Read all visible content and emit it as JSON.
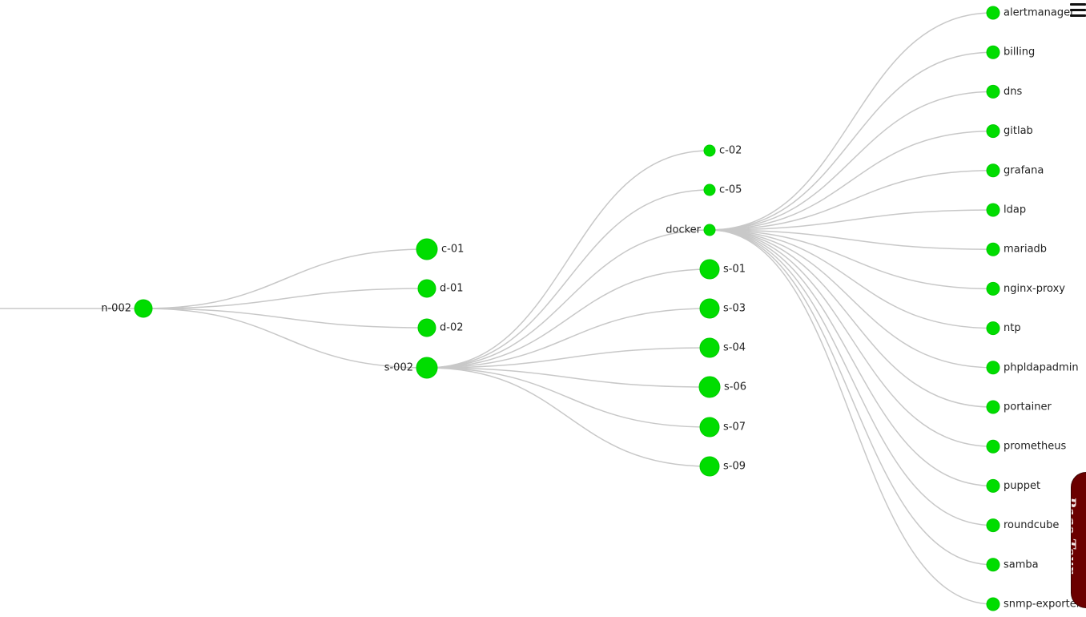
{
  "tree": {
    "root": "n-002",
    "level1": [
      "c-01",
      "d-01",
      "d-02",
      "s-002"
    ],
    "level2": [
      "c-02",
      "c-05",
      "docker",
      "s-01",
      "s-03",
      "s-04",
      "s-06",
      "s-07",
      "s-09"
    ],
    "level3": [
      "alertmanager",
      "billing",
      "dns",
      "gitlab",
      "grafana",
      "ldap",
      "mariadb",
      "nginx-proxy",
      "ntp",
      "phpldapadmin",
      "portainer",
      "prometheus",
      "puppet",
      "roundcube",
      "samba",
      "snmp-exporter"
    ]
  },
  "node_color": "#00dd00",
  "link_color": "#c8c8c8",
  "menu": {
    "icon": "hamburger-menu-icon"
  },
  "page_tour": {
    "label": "Page Tour",
    "color": "#6b0000"
  }
}
